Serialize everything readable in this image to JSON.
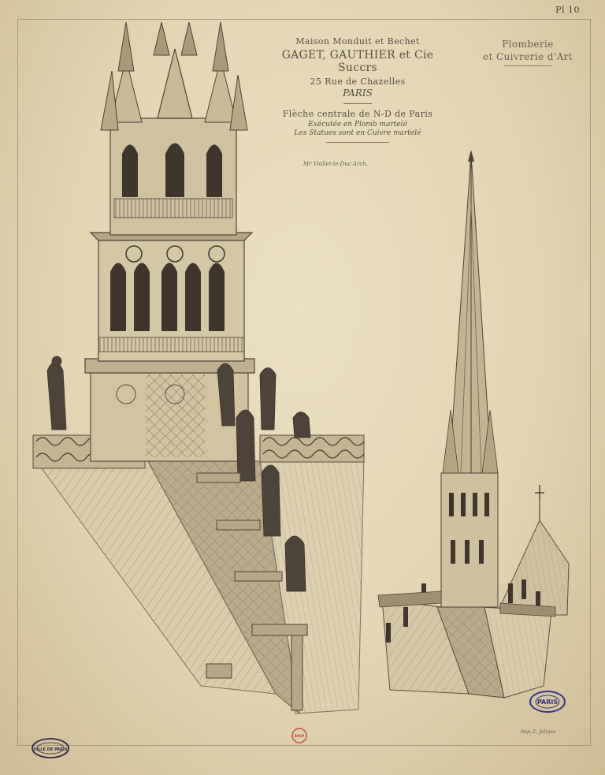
{
  "plate": {
    "number": "Pl 10"
  },
  "title_block": {
    "line1": "Maison Monduit et Bechet",
    "line2": "GAGET, GAUTHIER et Cie Succrs",
    "line3": "25 Rue de Chazelles",
    "line4": "PARIS",
    "spire_title": "Flèche centrale de N-D de Paris",
    "executed": "Exécutée en Plomb martelé",
    "statues": "Les Statues sont en Cuivre martelé"
  },
  "signature": "Mr Viollet-le-Duc Arch.",
  "trade": {
    "line1": "Plomberie",
    "line2": "et Cuivrerie d'Art"
  },
  "printer": "Imp. L. Jaligue",
  "stamps": {
    "right": "PARIS",
    "left": "VILLE DE PARIS",
    "bottom_center": "BHVP"
  },
  "colors": {
    "paper": "#e3d5b2",
    "ink": "#5a4e42",
    "stamp_blue": "#33338a",
    "stamp_red": "#c24a3a"
  }
}
